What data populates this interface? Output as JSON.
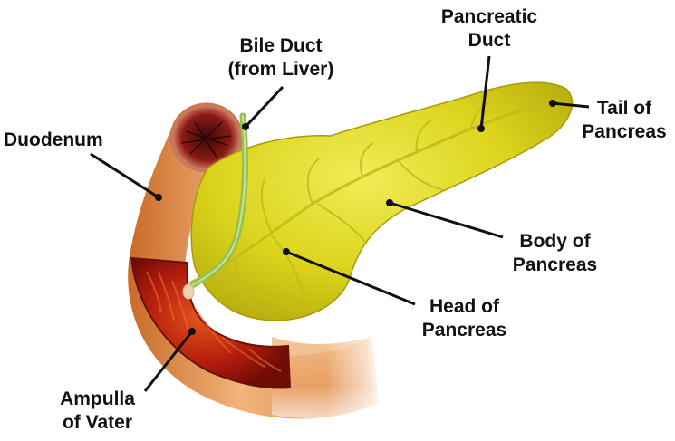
{
  "labels": {
    "pancreatic_duct": [
      "Pancreatic",
      "Duct"
    ],
    "bile_duct": [
      "Bile Duct",
      "(from Liver)"
    ],
    "tail": [
      "Tail of",
      "Pancreas"
    ],
    "duodenum": [
      "Duodenum"
    ],
    "body": [
      "Body of",
      "Pancreas"
    ],
    "head": [
      "Head of",
      "Pancreas"
    ],
    "ampulla": [
      "Ampulla",
      "of Vater"
    ]
  },
  "colors": {
    "pancreas": "#d9d21a",
    "pancreas_light": "#eee94a",
    "pancreas_dark": "#a9a00c",
    "duodenum": "#e59a5a",
    "duodenum_light": "#f6cfa6",
    "duodenum_inner": "#b82010",
    "bile_duct": "#8fbf4a",
    "leader_line": "#111111"
  }
}
